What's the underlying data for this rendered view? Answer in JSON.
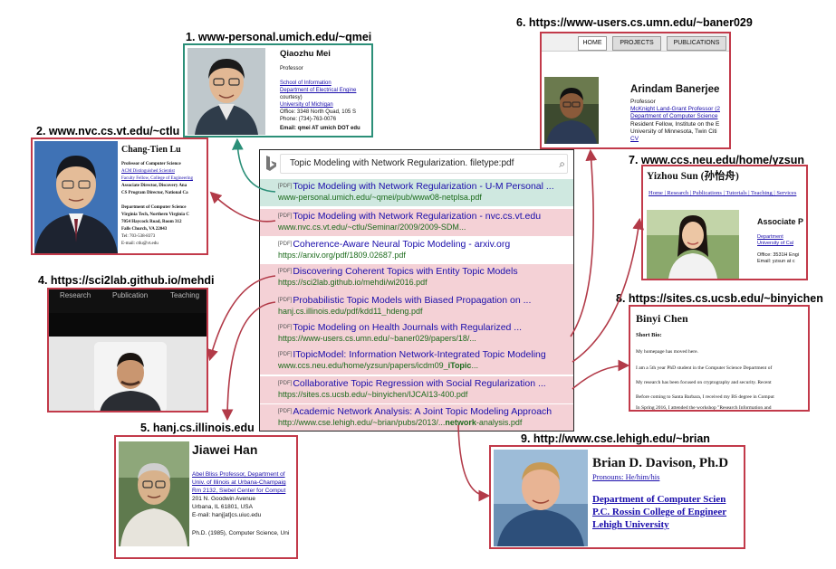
{
  "search": {
    "query": "Topic Modeling with Network Regularization. filetype:pdf",
    "results": [
      {
        "tag": "[PDF]",
        "title": "Topic Modeling with Network Regularization - U-M Personal ...",
        "url": "www-personal.umich.edu/~qmei/pub/www08-netplsa.pdf"
      },
      {
        "tag": "[PDF]",
        "title": "Topic Modeling with Network Regularization - nvc.cs.vt.edu",
        "url": "www.nvc.cs.vt.edu/~ctlu/Seminar/2009/2009-SDM..."
      },
      {
        "tag": "[PDF]",
        "title": "Coherence-Aware Neural Topic Modeling - arxiv.org",
        "url": "https://arxiv.org/pdf/1809.02687.pdf"
      },
      {
        "tag": "[PDF]",
        "title": "Discovering Coherent Topics with Entity Topic Models",
        "url": "https://sci2lab.github.io/mehdi/wi2016.pdf"
      },
      {
        "tag": "[PDF]",
        "title": "Probabilistic Topic Models with Biased Propagation on ...",
        "url": "hanj.cs.illinois.edu/pdf/kdd11_hdeng.pdf"
      },
      {
        "tag": "[PDF]",
        "title": "Topic Modeling on Health Journals with Regularized ...",
        "url": "https://www-users.cs.umn.edu/~baner029/papers/18/..."
      },
      {
        "tag": "[PDF]",
        "title": "ITopicModel: Information Network-Integrated Topic Modeling",
        "url_pre": "www.ccs.neu.edu/home/yzsun/papers/icdm09_",
        "url_bold": "iTopic",
        "url_post": "..."
      },
      {
        "tag": "[PDF]",
        "title": "Collaborative Topic Regression with Social Regularization ...",
        "url": "https://sites.cs.ucsb.edu/~binyichen/IJCAI13-400.pdf"
      },
      {
        "tag": "[PDF]",
        "title": "Academic Network Analysis: A Joint Topic Modeling Approach",
        "url_pre": "http://www.cse.lehigh.edu/~brian/pubs/2013/...",
        "url_bold": "network",
        "url_post": "-analysis.pdf"
      }
    ]
  },
  "captions": {
    "c1": "1. www-personal.umich.edu/~qmei",
    "c2": "2. www.nvc.cs.vt.edu/~ctlu",
    "c4": "4. https://sci2lab.github.io/mehdi",
    "c5": "5. hanj.cs.illinois.edu",
    "c6": "6. https://www-users.cs.umn.edu/~baner029",
    "c7": "7. www.ccs.neu.edu/home/yzsun",
    "c8": "8. https://sites.cs.ucsb.edu/~binyichen",
    "c9": "9. http://www.cse.lehigh.edu/~brian"
  },
  "p1": {
    "name": "Qiaozhu Mei",
    "title": "Professor",
    "lines": [
      "School of Information",
      "Department of Electrical Engine",
      "courtesy)",
      "University of Michigan",
      "Office: 3348 North Quad, 105 S",
      "Phone: (734)-763-0076",
      "Email: qmei AT umich DOT edu"
    ]
  },
  "p2": {
    "name": "Chang-Tien Lu",
    "lines": [
      "Professor of Computer Science",
      "ACM Distinguished Scientist",
      "Faculty Fellow, College of Engineering",
      "Associate Director, Discovery Ana",
      "CS Program Director, National Ca",
      "",
      "Department of Computer Science",
      "Virginia Tech, Northern Virginia C",
      "7054 Haycock Road, Room 312",
      "Falls Church, VA 22043",
      "Tel: 703-538-8373",
      "E-mail: ctlu@vt.edu"
    ]
  },
  "p4": {
    "nav": [
      "Research",
      "Publication",
      "Teaching"
    ]
  },
  "p5": {
    "name": "Jiawei Han",
    "lines": [
      "Abel Bliss Professor, Department of",
      "Univ. of Illinois at Urbana-Champaig",
      "Rm 2132, Siebel Center for Comput",
      "201 N. Goodwin Avenue",
      "Urbana, IL 61801, USA",
      "E-mail:   hanj[at]cs.uiuc.edu",
      "",
      "Ph.D. (1985), Computer Science, Uni"
    ]
  },
  "p6": {
    "tabs": [
      "HOME",
      "PROJECTS",
      "PUBLICATIONS"
    ],
    "name": "Arindam Banerjee",
    "lines": [
      "Professor",
      "McKnight Land-Grant Professor (2",
      "Department of Computer Science",
      "Resident Fellow, Institute on the E",
      "University of Minnesota, Twin Citi",
      "CV"
    ]
  },
  "p7": {
    "name": "Yizhou Sun (孙怡舟)",
    "nav": "Home | Research | Publications | Tutorials | Teaching | Services",
    "heading": "Associate P",
    "lines": [
      "Department",
      "University of Cal",
      "",
      "Office: 3531H Engi",
      "Email: yzsun at c"
    ]
  },
  "p8": {
    "name": "Binyi Chen",
    "short": "Short Bio:",
    "lines": [
      "My homepage has moved here.",
      "I am a 5th year PhD student in the Computer Science Department of",
      "My research has been focused on cryptography and security. Recent",
      "Before coming to Santa Barbara, I received my BS degree in Comput",
      "In Spring 2016, I attended the workshop \"Research Information and"
    ]
  },
  "p9": {
    "name": "Brian D. Davison, Ph.D",
    "pronouns": "Pronouns: He/him/his",
    "lines": [
      "Department of Computer Scien",
      "P.C. Rossin College of Engineer",
      "Lehigh University"
    ]
  },
  "colors": {
    "red": "#c23a4a",
    "teal": "#2b8f78",
    "hl_green": "#cfe8e0",
    "hl_red": "#f4d1d6"
  }
}
